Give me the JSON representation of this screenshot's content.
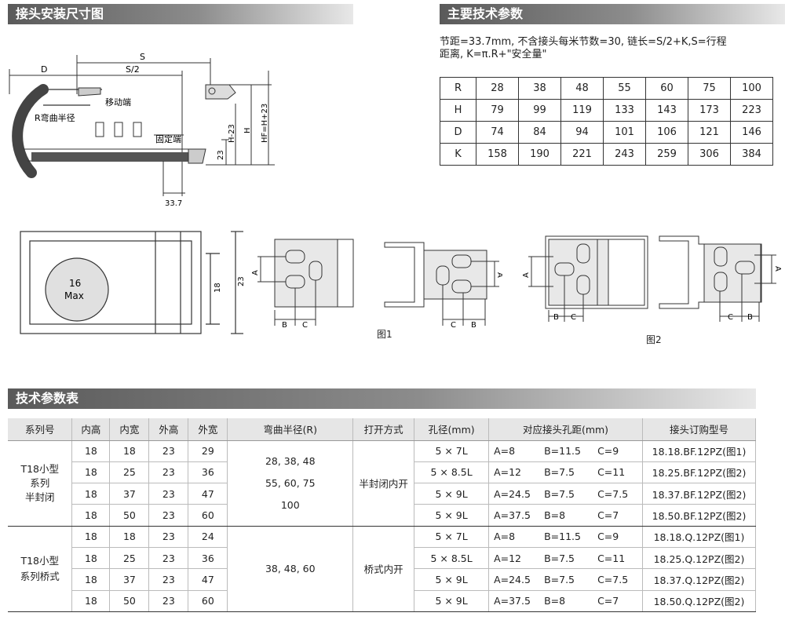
{
  "headers": {
    "install": "接头安装尺寸图",
    "params": "主要技术参数",
    "spec": "技术参数表"
  },
  "param_note": {
    "line1": "节距=33.7mm, 不含接头每米节数=30, 链长=S/2+K,S=行程",
    "line2": "距离, K=π.R+\"安全量\""
  },
  "param_table": [
    [
      "R",
      "28",
      "38",
      "48",
      "55",
      "60",
      "75",
      "100"
    ],
    [
      "H",
      "79",
      "99",
      "119",
      "133",
      "143",
      "173",
      "223"
    ],
    [
      "D",
      "74",
      "84",
      "94",
      "101",
      "106",
      "121",
      "146"
    ],
    [
      "K",
      "158",
      "190",
      "221",
      "243",
      "259",
      "306",
      "384"
    ]
  ],
  "diagram1": {
    "d": "D",
    "s": "S",
    "s2": "S/2",
    "moving": "移动端",
    "radius": "R弯曲半径",
    "fixed": "固定端",
    "h23": "H-23",
    "h": "H",
    "hf": "HF=H+23",
    "v23": "23",
    "pitch": "33.7"
  },
  "diagram2": {
    "circle_top": "16",
    "circle_bottom": "Max",
    "d18": "18",
    "d23": "23"
  },
  "fig1": {
    "a": "A",
    "b": "B",
    "c": "C",
    "label": "图1"
  },
  "fig2": {
    "a": "A",
    "b": "B",
    "c": "C",
    "label": "图2"
  },
  "spec_headers": [
    "系列号",
    "内高",
    "内宽",
    "外高",
    "外宽",
    "弯曲半径(R)",
    "打开方式",
    "孔径(mm)",
    "对应接头孔距(mm)",
    "接头订购型号"
  ],
  "spec_group1": {
    "series_line1": "T18小型",
    "series_line2": "系列",
    "series_line3": "半封闭",
    "radius_line1": "28, 38, 48",
    "radius_line2": "55, 60, 75",
    "radius_line3": "100",
    "open": "半封闭内开",
    "rows": [
      {
        "ih": "18",
        "iw": "18",
        "oh": "23",
        "ow": "29",
        "hole": "5 × 7L",
        "a": "A=8",
        "b": "B=11.5",
        "c": "C=9",
        "model": "18.18.BF.12PZ(图1)"
      },
      {
        "ih": "18",
        "iw": "25",
        "oh": "23",
        "ow": "36",
        "hole": "5 × 8.5L",
        "a": "A=12",
        "b": "B=7.5",
        "c": "C=11",
        "model": "18.25.BF.12PZ(图2)"
      },
      {
        "ih": "18",
        "iw": "37",
        "oh": "23",
        "ow": "47",
        "hole": "5 × 9L",
        "a": "A=24.5",
        "b": "B=7.5",
        "c": "C=7.5",
        "model": "18.37.BF.12PZ(图2)"
      },
      {
        "ih": "18",
        "iw": "50",
        "oh": "23",
        "ow": "60",
        "hole": "5 × 9L",
        "a": "A=37.5",
        "b": "B=8",
        "c": "C=7",
        "model": "18.50.BF.12PZ(图2)"
      }
    ]
  },
  "spec_group2": {
    "series_line1": "T18小型",
    "series_line2": "系列桥式",
    "radius": "38, 48, 60",
    "open": "桥式内开",
    "rows": [
      {
        "ih": "18",
        "iw": "18",
        "oh": "23",
        "ow": "24",
        "hole": "5 × 7L",
        "a": "A=8",
        "b": "B=11.5",
        "c": "C=9",
        "model": "18.18.Q.12PZ(图1)"
      },
      {
        "ih": "18",
        "iw": "25",
        "oh": "23",
        "ow": "36",
        "hole": "5 × 8.5L",
        "a": "A=12",
        "b": "B=7.5",
        "c": "C=11",
        "model": "18.25.Q.12PZ(图2)"
      },
      {
        "ih": "18",
        "iw": "37",
        "oh": "23",
        "ow": "47",
        "hole": "5 × 9L",
        "a": "A=24.5",
        "b": "B=7.5",
        "c": "C=7.5",
        "model": "18.37.Q.12PZ(图2)"
      },
      {
        "ih": "18",
        "iw": "50",
        "oh": "23",
        "ow": "60",
        "hole": "5 × 9L",
        "a": "A=37.5",
        "b": "B=8",
        "c": "C=7",
        "model": "18.50.Q.12PZ(图2)"
      }
    ]
  }
}
